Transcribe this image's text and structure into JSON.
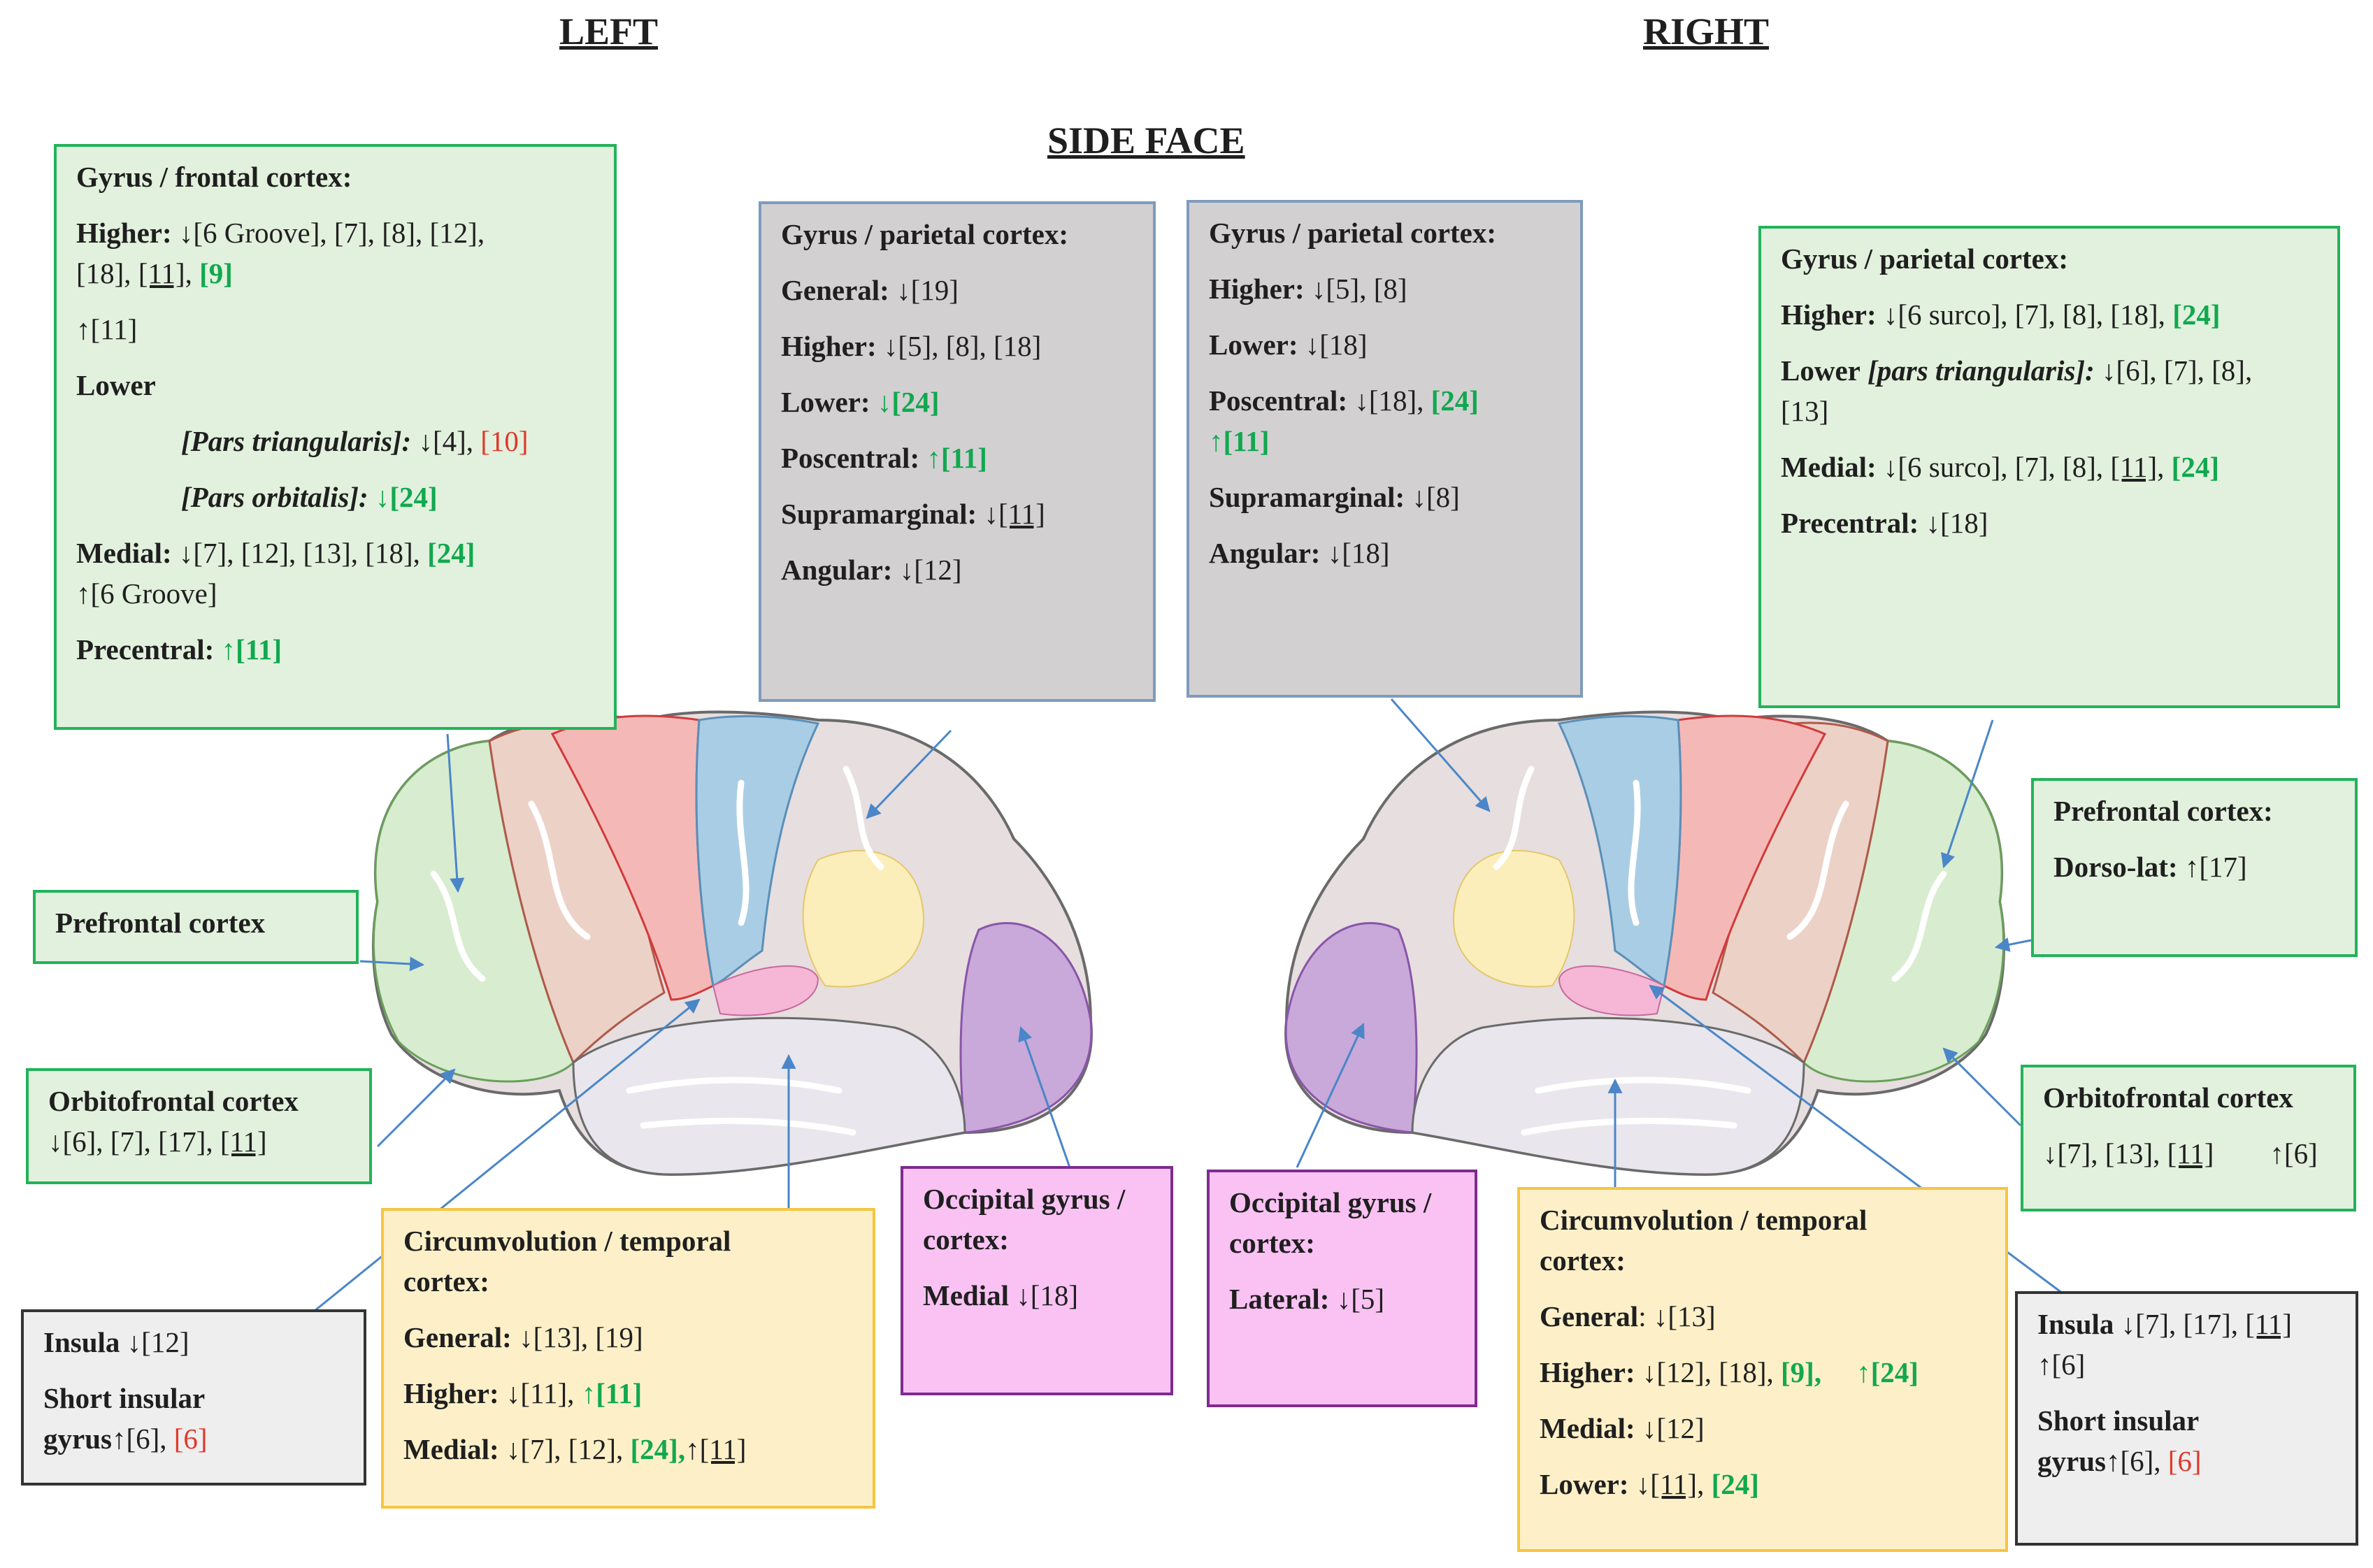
{
  "headings": {
    "left": "LEFT",
    "right": "RIGHT",
    "center": "SIDE FACE"
  },
  "colors": {
    "frontal": "#d8ecd0",
    "motor": "#f4b9b7",
    "sensory": "#a9cde4",
    "parietal": "#e6dedf",
    "temporal": "#e9e7ed",
    "occipital": "#c8a9d9",
    "insula": "#f6b6d5",
    "supramarginal": "#fbeebb",
    "arrow": "#4a86c8"
  },
  "left_frontal": {
    "title": "Gyrus / frontal cortex:",
    "higher_label": "Higher:",
    "higher_refs_1": "↓[6 Groove], [7], [8], [12],",
    "higher_refs_2a": "[18], ",
    "higher_refs_2u": "[11]",
    "higher_refs_2b": ", ",
    "higher_refs_2g": "[9]",
    "higher_up": "↑[11]",
    "lower_label": "Lower",
    "pars_tri_label": "[Pars triangularis]:",
    "pars_tri_refs": " ↓[4], ",
    "pars_tri_red": "[10]",
    "pars_orb_label": "[Pars orbitalis]:",
    "pars_orb_green": " ↓[24]",
    "medial_label": "Medial:",
    "medial_refs": " ↓[7], [12], [13], [18], ",
    "medial_green": "[24]",
    "medial_up": "↑[6 Groove]",
    "precentral_label": "Precentral:",
    "precentral_green": " ↑[11]"
  },
  "left_prefrontal": {
    "title": "Prefrontal cortex"
  },
  "left_orbitofrontal": {
    "title": "Orbitofrontal cortex",
    "refs_a": "↓[6], [7], [17], ",
    "refs_u": "[11]"
  },
  "left_insula": {
    "label": "Insula",
    "refs": " ↓[12]",
    "short_label_1": "Short insular",
    "short_label_2": "gyrus",
    "short_refs": "↑[6], ",
    "short_red": "[6]"
  },
  "left_parietal": {
    "title": "Gyrus / parietal cortex:",
    "general_label": "General:",
    "general_refs": " ↓[19]",
    "higher_label": "Higher:",
    "higher_refs": " ↓[5], [8], [18]",
    "lower_label": "Lower:",
    "lower_green": " ↓[24]",
    "poscentral_label": "Poscentral:",
    "poscentral_green": " ↑[11]",
    "supramarginal_label": "Supramarginal:",
    "supramarginal_pre": " ↓",
    "supramarginal_u": "[11]",
    "angular_label": "Angular:",
    "angular_refs": " ↓[12]"
  },
  "left_temporal": {
    "title_1": "Circumvolution / temporal",
    "title_2": "cortex:",
    "general_label": "General:",
    "general_refs": " ↓[13], [19]",
    "higher_label": "Higher:",
    "higher_refs": " ↓[11], ",
    "higher_green": "↑[11]",
    "medial_label": "Medial:",
    "medial_refs": " ↓[7], [12], ",
    "medial_green": "[24],",
    "medial_up": "↑",
    "medial_u": "[11]"
  },
  "left_occipital": {
    "title_1": "Occipital gyrus /",
    "title_2": "cortex:",
    "medial_label": "Medial",
    "medial_refs": " ↓[18]"
  },
  "right_parietal_grey": {
    "title": "Gyrus / parietal cortex:",
    "higher_label": "Higher:",
    "higher_refs": " ↓[5], [8]",
    "lower_label": "Lower:",
    "lower_refs": " ↓[18]",
    "poscentral_label": "Poscentral:",
    "poscentral_refs": " ↓[18], ",
    "poscentral_green": "[24]",
    "poscentral_green_2": "↑[11]",
    "supramarginal_label": "Supramarginal:",
    "supramarginal_refs": " ↓[8]",
    "angular_label": "Angular:",
    "angular_refs": " ↓[18]"
  },
  "right_parietal_green": {
    "title": "Gyrus / parietal cortex:",
    "higher_label": "Higher:",
    "higher_refs": " ↓[6 surco], [7], [8], [18], ",
    "higher_green": "[24]",
    "lower_label": "Lower",
    "lower_italic": " [pars triangularis]:",
    "lower_refs": " ↓[6], [7], [8],",
    "lower_refs_2": "[13]",
    "medial_label": "Medial:",
    "medial_refs": " ↓[6 surco], [7], [8], ",
    "medial_u": "[11]",
    "medial_sep": ", ",
    "medial_green": "[24]",
    "precentral_label": "Precentral:",
    "precentral_refs": " ↓[18]"
  },
  "right_prefrontal": {
    "title": "Prefrontal cortex:",
    "dorso_label": "Dorso-lat:",
    "dorso_refs": " ↑[17]"
  },
  "right_orbitofrontal": {
    "title": "Orbitofrontal cortex",
    "refs_a": "↓[7], [13], ",
    "refs_u": "[11]",
    "refs_up": "↑[6]"
  },
  "right_insula": {
    "label": "Insula",
    "refs_a": " ↓[7], [17], ",
    "refs_u": "[11]",
    "refs_up": "↑[6]",
    "short_label_1": "Short insular",
    "short_label_2": "gyrus",
    "short_refs": "↑[6], ",
    "short_red": "[6]"
  },
  "right_occipital": {
    "title_1": "Occipital gyrus /",
    "title_2": "cortex:",
    "lateral_label": "Lateral:",
    "lateral_refs": " ↓[5]"
  },
  "right_temporal": {
    "title_1": "Circumvolution / temporal",
    "title_2": "cortex:",
    "general_label": "General",
    "general_refs": ": ↓[13]",
    "higher_label": "Higher:",
    "higher_refs": " ↓[12], [18], ",
    "higher_green": "[9],",
    "higher_green_2": "↑[24]",
    "medial_label": "Medial:",
    "medial_refs": " ↓[12]",
    "lower_label": "Lower:",
    "lower_pre": " ↓",
    "lower_u": "[11]",
    "lower_sep": ", ",
    "lower_green": "[24]"
  }
}
